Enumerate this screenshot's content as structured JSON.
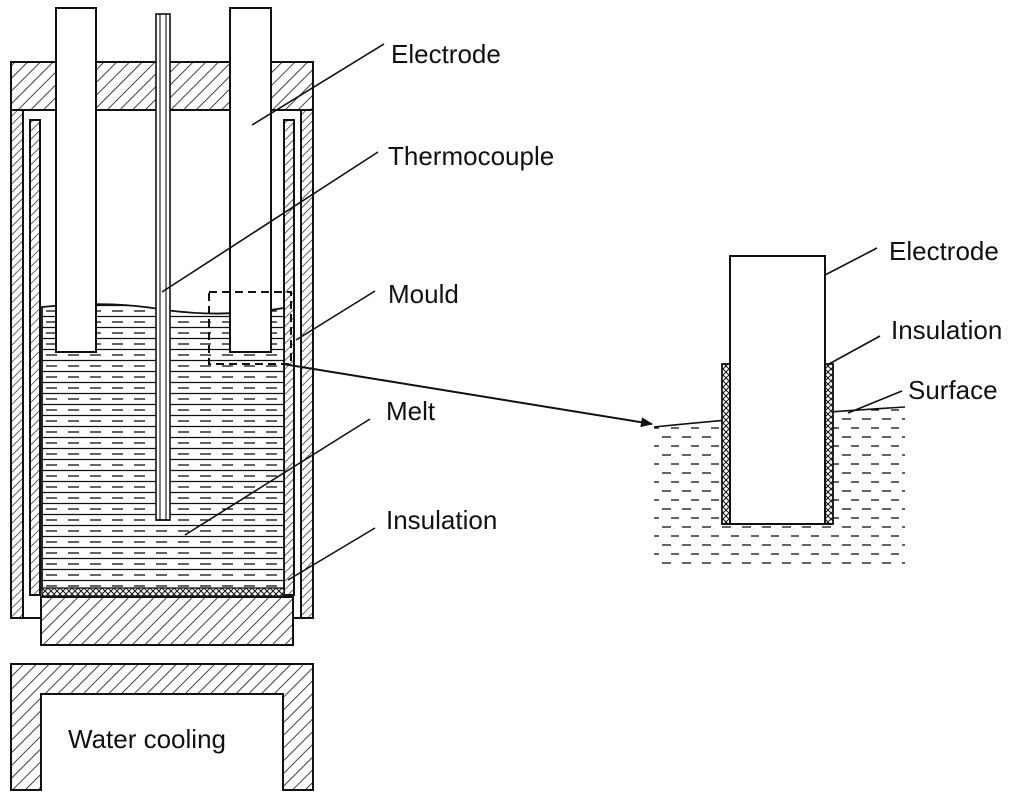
{
  "labels": {
    "main_electrode": "Electrode",
    "thermocouple": "Thermocouple",
    "mould": "Mould",
    "melt": "Melt",
    "main_insulation": "Insulation",
    "water_cooling": "Water cooling",
    "detail_electrode": "Electrode",
    "detail_insulation": "Insulation",
    "surface": "Surface"
  },
  "colors": {
    "line": "#111111",
    "background": "#ffffff"
  }
}
